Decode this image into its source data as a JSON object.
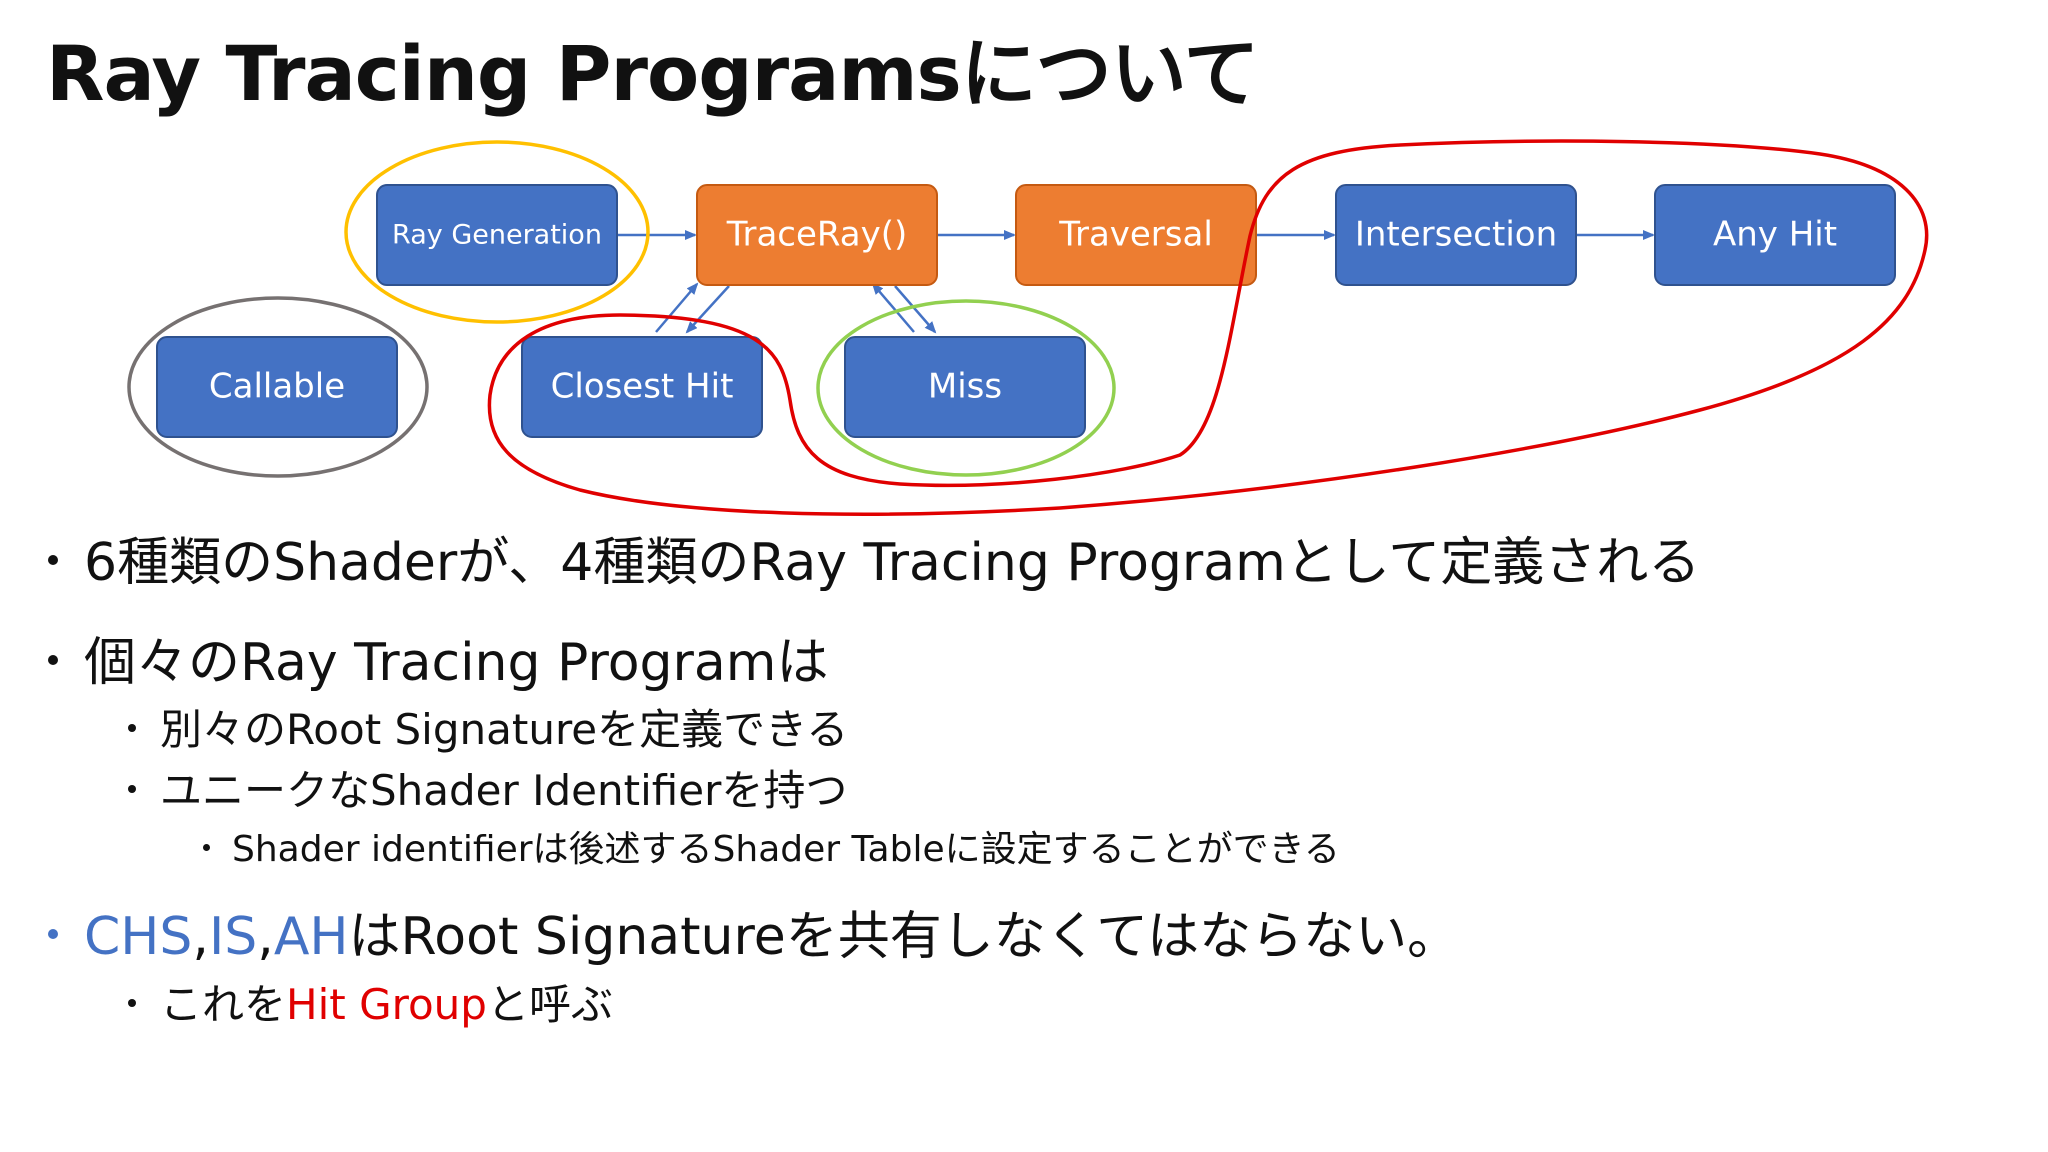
{
  "slide": {
    "title": "Ray Tracing Programsについて"
  },
  "diagram": {
    "nodes": {
      "ray_generation": "Ray Generation",
      "traceray": "TraceRay()",
      "traversal": "Traversal",
      "intersection": "Intersection",
      "any_hit": "Any Hit",
      "callable": "Callable",
      "closest_hit": "Closest Hit",
      "miss": "Miss"
    },
    "colors": {
      "blue_node": "#4472c4",
      "blue_border": "#2f528f",
      "orange_node": "#ed7d31",
      "orange_border": "#c55a11",
      "arrow": "#4472c4",
      "yellow_loop": "#ffc000",
      "grey_loop": "#767171",
      "green_loop": "#92d050",
      "red_loop": "#e00000"
    }
  },
  "bullets": {
    "b1": "6種類のShaderが、4種類のRay Tracing Programとして定義される",
    "b2": "個々のRay Tracing Programは",
    "b2_1": "別々のRoot Signatureを定義できる",
    "b2_2": "ユニークなShader Identifierを持つ",
    "b2_2_1": "Shader identifierは後述するShader Tableに設定することができる",
    "b3": {
      "chs": "CHS",
      "comma1": ",",
      "is": "IS",
      "comma2": ",",
      "ah": "AH",
      "rest": "はRoot Signatureを共有しなくてはならない。"
    },
    "b3_1": {
      "pre": "これを",
      "highlight": "Hit Group",
      "post": "と呼ぶ"
    }
  }
}
